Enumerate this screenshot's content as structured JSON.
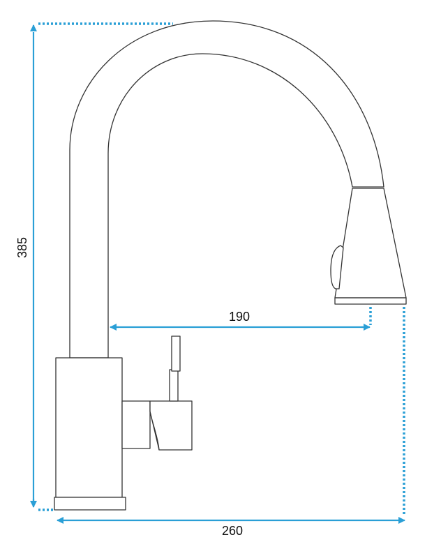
{
  "dimensions": {
    "height_label": "385",
    "reach_label": "190",
    "width_label": "260"
  },
  "colors": {
    "dimension_line": "#2a9fd6",
    "outline": "#333333",
    "background": "#ffffff"
  }
}
